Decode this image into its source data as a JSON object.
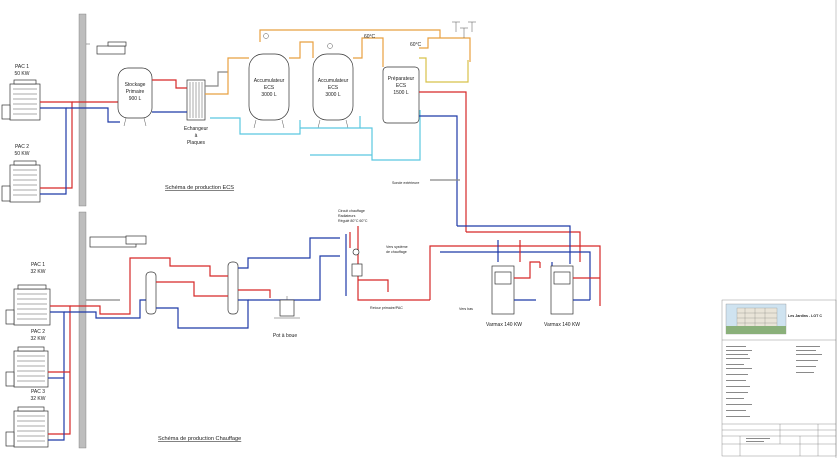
{
  "colors": {
    "hot": "#d62828",
    "cold": "#1f3aa8",
    "cyan": "#5bc8e0",
    "orange": "#e8a040",
    "yellow": "#d8c24a",
    "gray": "#888888"
  },
  "ecs": {
    "title": "Schéma de production ECS",
    "pac1_name": "PAC 1",
    "pac1_power": "50 KW",
    "pac2_name": "PAC 2",
    "pac2_power": "50 KW",
    "stockage_l1": "Stockage",
    "stockage_l2": "Primaire",
    "stockage_l3": "900 L",
    "echangeur_l1": "Echangeur",
    "echangeur_l2": "à",
    "echangeur_l3": "Plaques",
    "acc1_l1": "Accumulateur",
    "acc1_l2": "ECS",
    "acc1_l3": "3000 L",
    "acc2_l1": "Accumulateur",
    "acc2_l2": "ECS",
    "acc2_l3": "3000 L",
    "prep_l1": "Préparateur",
    "prep_l2": "ECS",
    "prep_l3": "1500 L",
    "temp1": "60°C",
    "temp2": "60°C",
    "sonde": "Sonde extérieure"
  },
  "chauffage": {
    "title": "Schéma de production Chauffage",
    "pac1_name": "PAC 1",
    "pac1_power": "32 KW",
    "pac2_name": "PAC 2",
    "pac2_power": "32 KW",
    "pac3_name": "PAC 3",
    "pac3_power": "32 KW",
    "pot_boue": "Pot à boue",
    "circuit_l1": "Circuit chauffage",
    "circuit_l2": "Radiateurs",
    "circuit_l3": "Régulé 80°C 60°C",
    "depart_l1": "Vers système",
    "depart_l2": "de chauffage",
    "retour": "Retour primaire/PAC",
    "vers_bas": "Vers bas",
    "varmax1": "Varmax 140 KW",
    "varmax2": "Varmax 140 KW"
  },
  "title_block": {
    "project": "Les Jardins - LOT C"
  }
}
